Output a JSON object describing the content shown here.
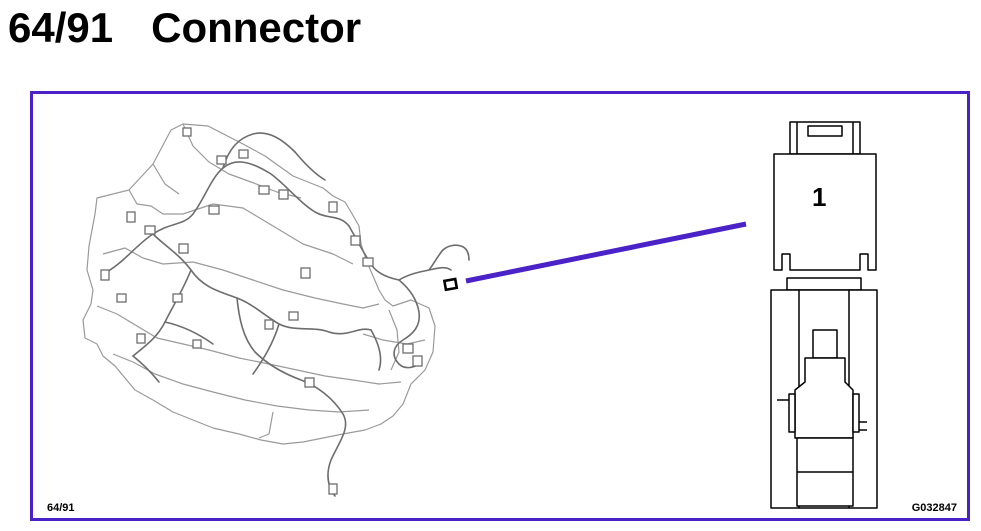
{
  "header": {
    "code": "64/91",
    "title": "Connector"
  },
  "diagram": {
    "frame_color": "#4a22c8",
    "pointer_color": "#4a22c8",
    "bottom_left_label": "64/91",
    "bottom_right_label": "G032847",
    "connector_pin_label": "1"
  }
}
